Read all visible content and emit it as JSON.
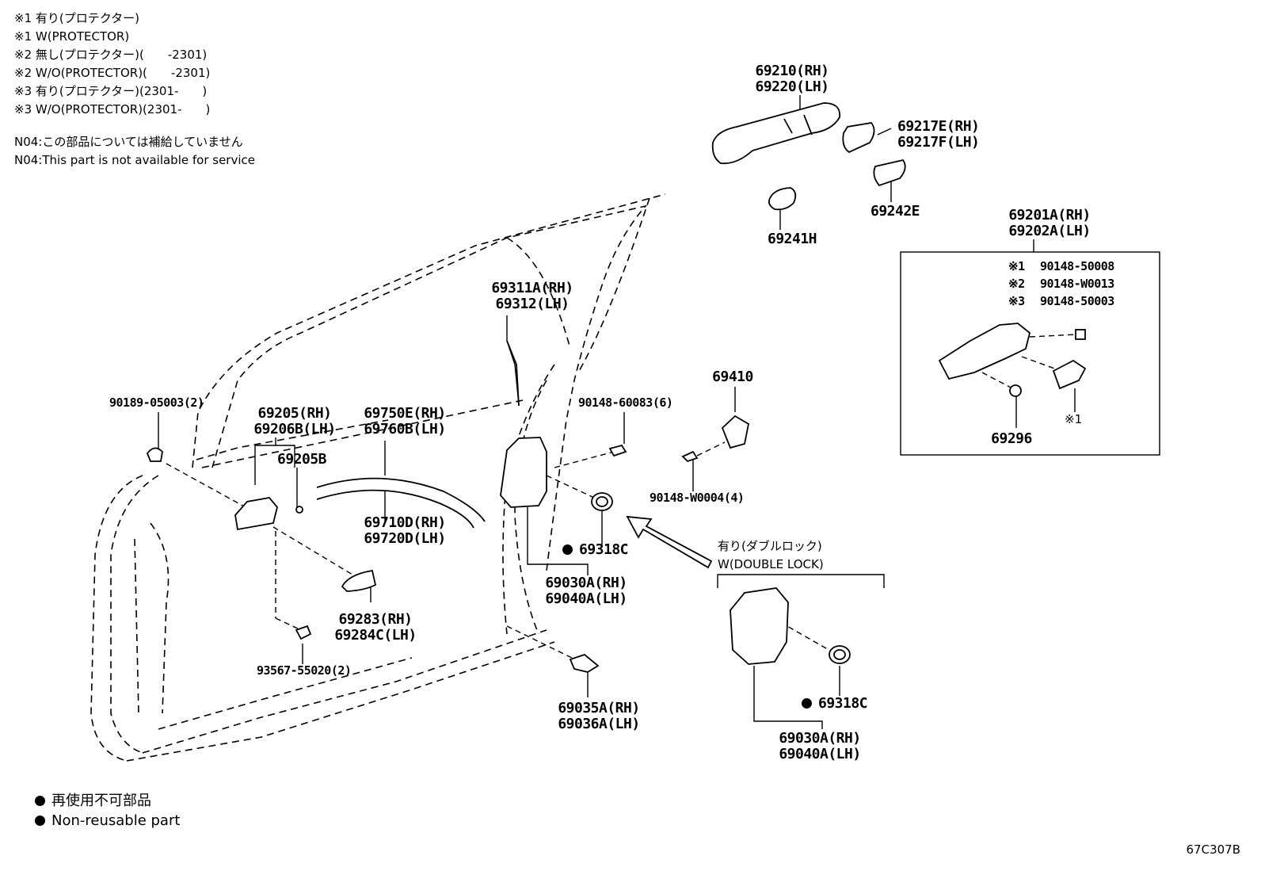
{
  "notes": [
    "※1 有り(プロテクター)",
    "※1 W(PROTECTOR)",
    "※2 無し(プロテクター)(　　-2301)",
    "※2 W/O(PROTECTOR)(　　-2301)",
    "※3 有り(プロテクター)(2301-　　)",
    "※3 W/O(PROTECTOR)(2301-　　)"
  ],
  "n04_jp": "N04:この部品については補給していません",
  "n04_en": "N04:This part is not available for service",
  "parts": {
    "handle_rh": "69210(RH)",
    "handle_lh": "69220(LH)",
    "cover_rh": "69217E(RH)",
    "cover_lh": "69217F(LH)",
    "p69242e": "69242E",
    "p69241h": "69241H",
    "frame_rh": "69201A(RH)",
    "frame_lh": "69202A(LH)",
    "bolt1_tag": "※1",
    "bolt1": "90148-50008",
    "bolt2_tag": "※2",
    "bolt2": "90148-W0013",
    "bolt3_tag": "※3",
    "bolt3": "90148-50003",
    "p69296": "69296",
    "frame_note": "※1",
    "rod_rh": "69311A(RH)",
    "rod_lh": "69312(LH)",
    "screw_90189": "90189-05003(2)",
    "hinge_rh": "69205(RH)",
    "hinge_lh": "69206B(LH)",
    "p69205b": "69205B",
    "cable_rh": "69750E(RH)",
    "cable_lh": "69760B(LH)",
    "cable2_rh": "69710D(RH)",
    "cable2_lh": "69720D(LH)",
    "screw_60083": "90148-60083(6)",
    "striker": "69410",
    "screw_w0004": "90148-W0004(4)",
    "grommet": "69318C",
    "lock_rh": "69030A(RH)",
    "lock_lh": "69040A(LH)",
    "cover2_rh": "69283(RH)",
    "cover2_lh": "69284C(LH)",
    "screw_93567": "93567-55020(2)",
    "cap_rh": "69035A(RH)",
    "cap_lh": "69036A(LH)",
    "dbl_jp": "有り(ダブルロック)",
    "dbl_en": "W(DOUBLE LOCK)",
    "grommet2": "69318C",
    "lock2_rh": "69030A(RH)",
    "lock2_lh": "69040A(LH)"
  },
  "legend": {
    "jp": "再使用不可部品",
    "en": "Non-reusable part"
  },
  "diagram_code": "67C307B"
}
